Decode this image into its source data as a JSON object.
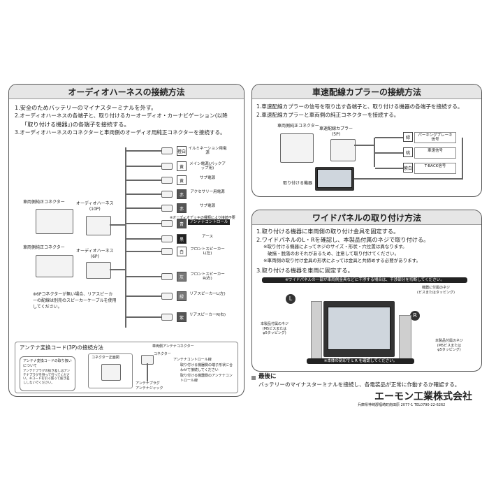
{
  "left_panel": {
    "title": "オーディオハーネスの接続方法",
    "steps": [
      "1.安全のためバッテリーのマイナスターミナルを外す。",
      "2.オーディオハーネスの各端子と、取り付けるカーオーディオ・カーナビゲーション(以降",
      "「取り付ける機器」)の各端子を接続する。",
      "3.オーディオハーネスのコネクターと車両側のオーディオ用純正コネクターを接続する。"
    ],
    "vehicle_connector_label_1": "車両側純正コネクター",
    "vehicle_connector_label_2": "車両側純正コネクター",
    "harness_10p": "オーディオハーネス\n(10P)",
    "harness_6p": "オーディオハーネス\n(6P)",
    "wires": [
      {
        "color_label": "橙白",
        "name": "イルミネーション用電源",
        "swatch": "#ffffff"
      },
      {
        "color_label": "黄",
        "name": "メイン電源(バックアップ用)",
        "swatch": "#ffffff"
      },
      {
        "color_label": "黄",
        "name": "サブ電源",
        "swatch": "#ffffff"
      },
      {
        "color_label": "赤",
        "name": "アクセサリー用電源",
        "swatch": "#555555"
      },
      {
        "color_label": "赤",
        "name": "サブ電源",
        "swatch": "#555555"
      },
      {
        "color_label": "青",
        "name": "アンテナコントロール",
        "swatch": "#555555"
      },
      {
        "color_label": "黒",
        "name": "アース",
        "swatch": "#222222"
      },
      {
        "color_label": "白",
        "name": "フロントスピーカーL(左)",
        "swatch": "#ffffff"
      },
      {
        "color_label": "灰",
        "name": "フロントスピーカーR(右)",
        "swatch": "#777777"
      },
      {
        "color_label": "緑",
        "name": "リアスピーカーL(左)",
        "swatch": "#777777"
      },
      {
        "color_label": "紫",
        "name": "リアスピーカーR(右)",
        "swatch": "#555555"
      }
    ],
    "antenna_note": "※オーディオデッキの種類により接続不要",
    "note_6p": "※6Pコネクターが無い場合、リアスピーカーの配線は別売のスピーカーケーブルを使用してください。",
    "antenna_section": {
      "title": "アンテナ変換コード(3P)の接続方法",
      "vehicle_connector": "車両側アンテナコネクター",
      "connector": "コネクター",
      "connector_front": "コネクター正面図",
      "ant_control_wire": "アンテナコントロール線",
      "device_terminal": "取り付ける機器側の端子形状に合わせて接続してください",
      "device_ant_control": "取り付ける機器側のアンテナコントロール線",
      "antenna_plug": "アンテナプラグ",
      "antenna_jack": "アンテナジャック",
      "note_title": "アンテナ変換コードの取り扱いについて",
      "note_body": "アンテナプラグの抜き差しはアンテナプラグを持って行ってください。※コードを引っ張って抜き差ししないでください。"
    }
  },
  "right_top": {
    "title": "車速配線カプラーの接続方法",
    "steps": [
      "1.車速配線カプラーの信号を取り出す各端子と、取り付ける機器の各端子を接続する。",
      "2.車速配線カプラーと車両側の純正コネクターを接続する。"
    ],
    "vehicle_connector": "車両側純正コネクター",
    "coupler": "車速配線カプラー\n(5P)",
    "device": "取り付ける機器",
    "signals": [
      {
        "color_label": "緑",
        "name": "パーキングブレーキ信号"
      },
      {
        "color_label": "桃",
        "name": "車速信号"
      },
      {
        "color_label": "紫白",
        "name": "T-BACK信号"
      }
    ]
  },
  "right_mid": {
    "title": "ワイドパネルの取り付け方法",
    "steps": [
      "1.取り付ける機器に車両側の取り付け金具を固定する。",
      "2.ワイドパネルのL・Rを確認し、本製品付属のネジで取り付ける。",
      "※取り付ける機器によってネジのサイズ・形状・穴位置は異なります。",
      "破損・脱落のおそれがあるため、注意して取り付けてください。",
      "※車両側の取り付け金具の形状によっては金具と共締めする必要があります。",
      "3.取り付ける機器を車両に固定する。"
    ],
    "warning": "※ワイドパネルの一部が車両側金具などに干渉する場合は、干渉部分を切断してください。",
    "left_mark": "L",
    "right_mark": "R",
    "screw_left": "本製品付属のネジ\n(M5ビスまたは\nφ5タッピング)",
    "screw_right": "本製品付属のネジ\n(M5ビスまたは\nφ5タッピング)",
    "device_screw": "機器に付属のネジ\n(ビスまたはタッピング)",
    "bottom_note": "※本体の刻印で L R を確認してください。"
  },
  "final": {
    "title": "最後に",
    "body": "バッテリーのマイナスターミナルを接続し、各電装品が正常に作動するか確認する。"
  },
  "company": {
    "name": "エーモン工業株式会社",
    "address": "兵庫県神崎郡福崎町南田原 2077-1 TEL0790-22-6262"
  }
}
